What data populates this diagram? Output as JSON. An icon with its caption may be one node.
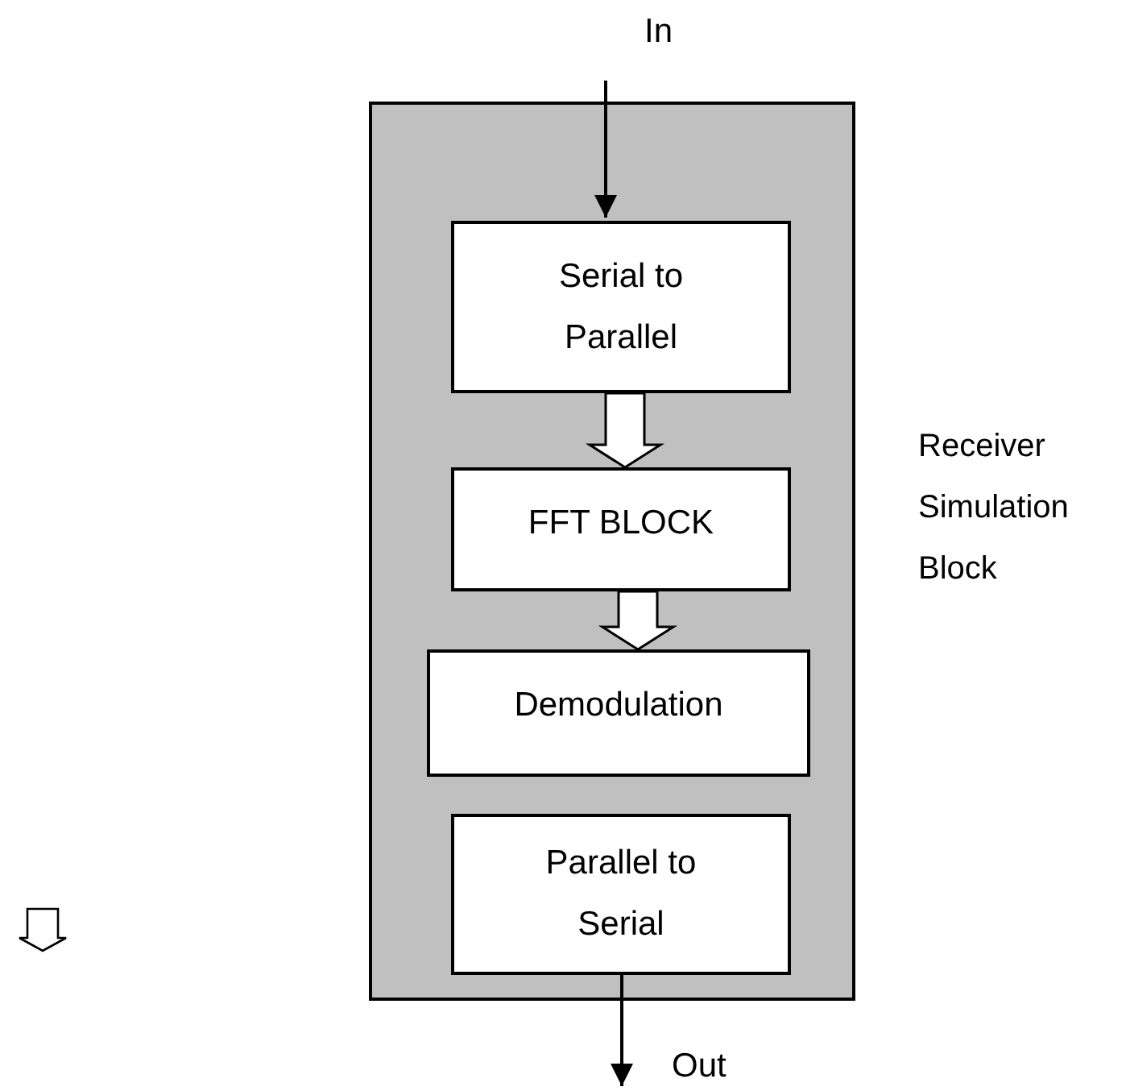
{
  "diagram": {
    "nodes": [
      {
        "text": [],
        "shape": "box",
        "beside": [
          "Receiver Simulation Block"
        ]
      },
      {
        "text": [
          "Serial to Parallel"
        ],
        "in": 0
      },
      {
        "text": [
          "FFT BLOCK"
        ],
        "in": 0
      },
      {
        "text": [
          "Demodulation"
        ],
        "in": 0
      },
      {
        "text": [
          "Parallel to Serial"
        ],
        "in": 0
      }
    ],
    "edges": [
      {
        "from": null,
        "to": 1,
        "arrow": "to",
        "label": "In"
      },
      {
        "from": 1,
        "to": 2,
        "arrow": "to",
        "style": "thick"
      },
      {
        "from": 2,
        "to": 3,
        "arrow": "to",
        "style": "thick"
      },
      {
        "from": 4,
        "to": null,
        "arrow": "to",
        "label": "Out"
      }
    ]
  }
}
